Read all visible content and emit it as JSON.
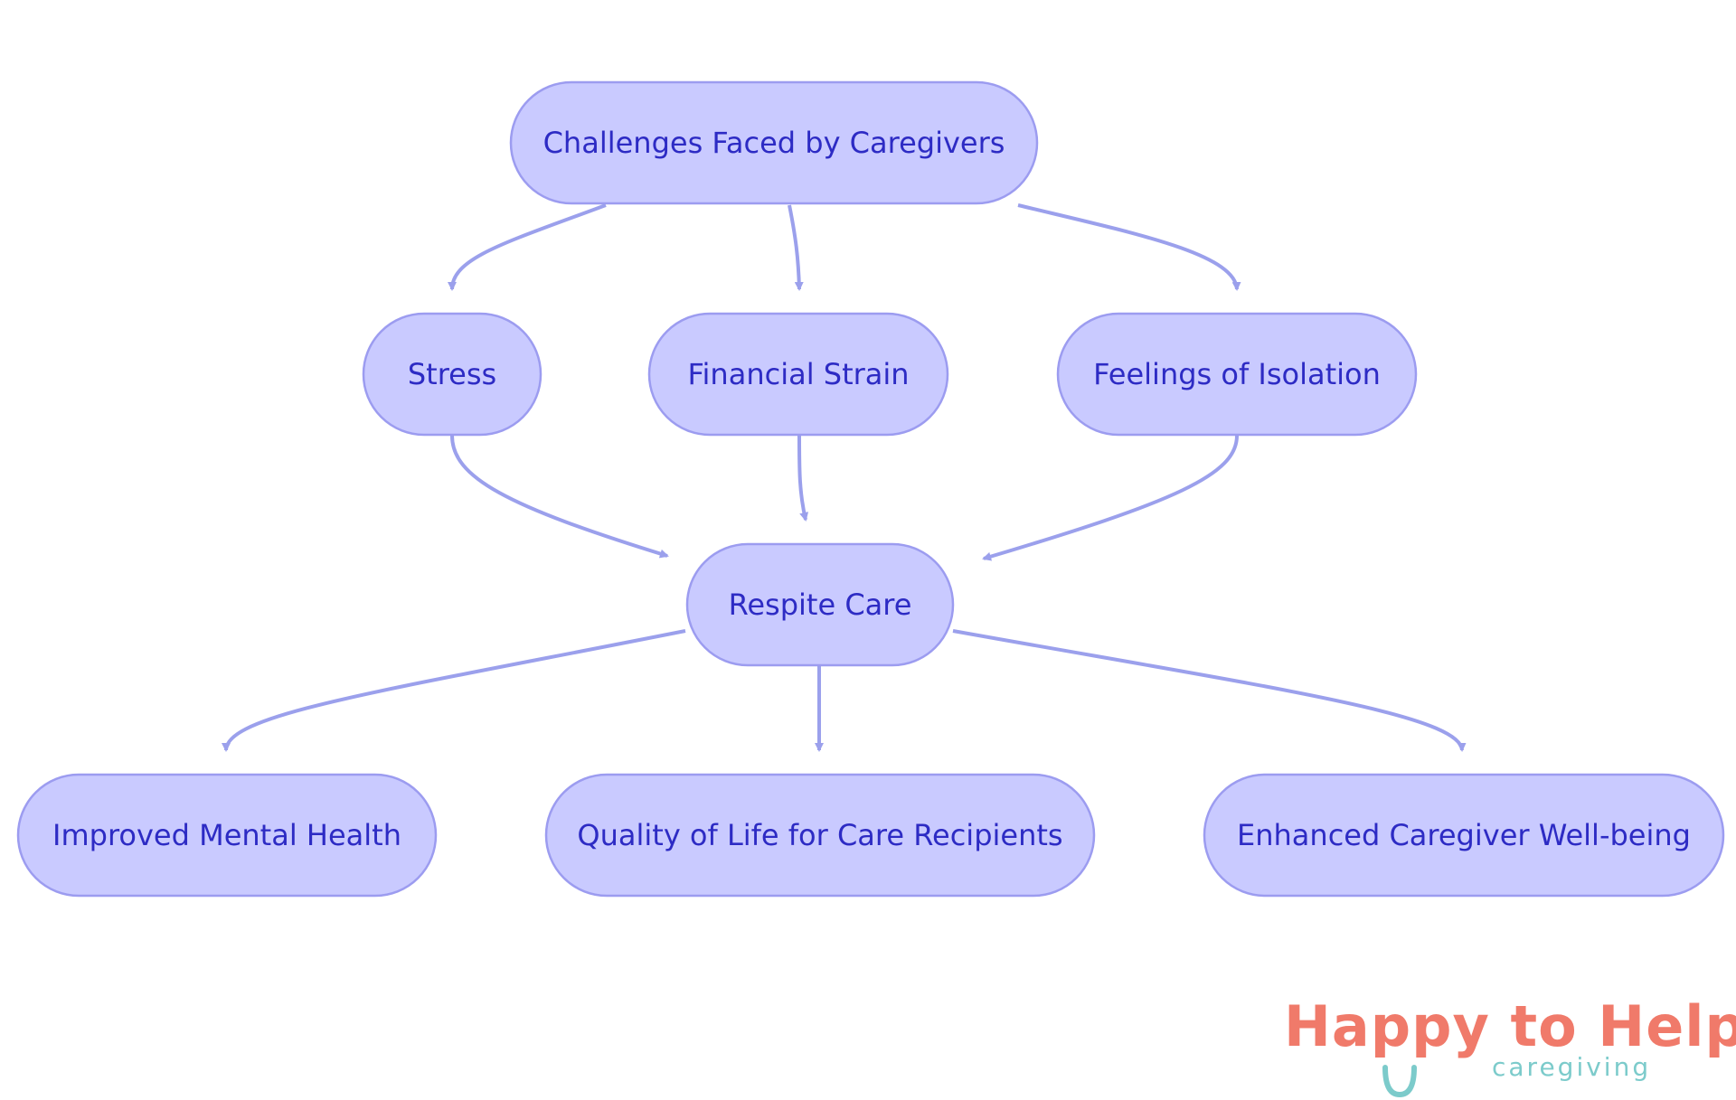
{
  "colors": {
    "node_fill": "#c9caff",
    "node_stroke": "#9c9cf0",
    "node_text": "#2d2bc4",
    "edge": "#9ba0ec",
    "logo_coral": "#f07a6a",
    "logo_teal": "#7ccbcb"
  },
  "nodes": {
    "challenges": {
      "label": "Challenges Faced by Caregivers"
    },
    "stress": {
      "label": "Stress"
    },
    "financial": {
      "label": "Financial Strain"
    },
    "isolation": {
      "label": "Feelings of Isolation"
    },
    "respite": {
      "label": "Respite Care"
    },
    "mental": {
      "label": "Improved Mental Health"
    },
    "quality": {
      "label": "Quality of Life for Care Recipients"
    },
    "wellbeing": {
      "label": "Enhanced Caregiver Well-being"
    }
  },
  "edges": [
    {
      "from": "challenges",
      "to": "stress"
    },
    {
      "from": "challenges",
      "to": "financial"
    },
    {
      "from": "challenges",
      "to": "isolation"
    },
    {
      "from": "stress",
      "to": "respite"
    },
    {
      "from": "financial",
      "to": "respite"
    },
    {
      "from": "isolation",
      "to": "respite"
    },
    {
      "from": "respite",
      "to": "mental"
    },
    {
      "from": "respite",
      "to": "quality"
    },
    {
      "from": "respite",
      "to": "wellbeing"
    }
  ],
  "logo": {
    "title": "Happy to Help",
    "subtitle": "caregiving"
  }
}
